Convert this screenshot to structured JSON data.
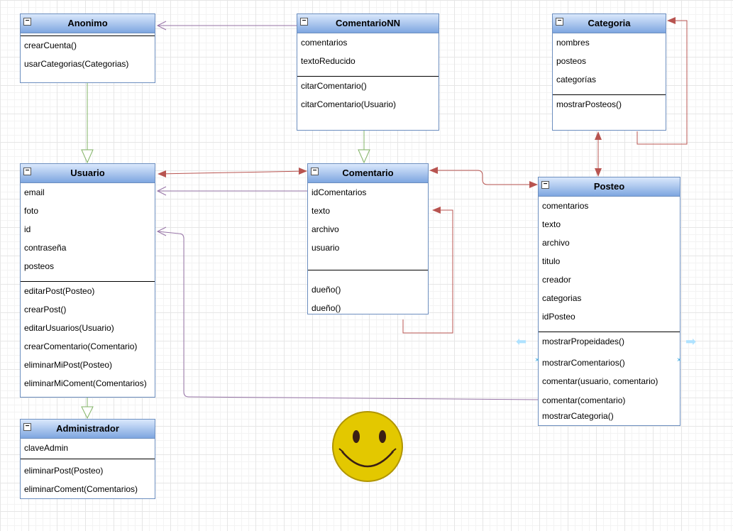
{
  "classes": {
    "anonimo": {
      "name": "Anonimo",
      "attributes": [],
      "methods": [
        "crearCuenta()",
        "usarCategorias(Categorias)"
      ]
    },
    "comentario_nn": {
      "name": "ComentarioNN",
      "attributes": [
        "comentarios",
        "textoReducido"
      ],
      "methods": [
        "citarComentario()",
        "citarComentario(Usuario)"
      ]
    },
    "categoria": {
      "name": "Categoria",
      "attributes": [
        "nombres",
        "posteos",
        "categorías"
      ],
      "methods": [
        "mostrarPosteos()"
      ]
    },
    "usuario": {
      "name": "Usuario",
      "attributes": [
        "email",
        "foto",
        "id",
        "contraseña",
        "posteos"
      ],
      "methods": [
        "editarPost(Posteo)",
        "crearPost()",
        "editarUsuarios(Usuario)",
        "crearComentario(Comentario)",
        "eliminarMiPost(Posteo)",
        "eliminarMiComent(Comentarios)"
      ]
    },
    "comentario": {
      "name": "Comentario",
      "attributes": [
        "idComentarios",
        "texto",
        "archivo",
        "usuario"
      ],
      "methods": [
        "dueño()",
        "dueño()"
      ]
    },
    "posteo": {
      "name": "Posteo",
      "attributes": [
        "comentarios",
        "texto",
        "archivo",
        "titulo",
        "creador",
        "categorias",
        "idPosteo"
      ],
      "methods": [
        "mostrarPropeidades()",
        "mostrarComentarios()",
        "comentar(usuario, comentario)",
        "comentar(comentario)",
        "mostrarCategoria()"
      ]
    },
    "administrador": {
      "name": "Administrador",
      "attributes": [
        "claveAdmin"
      ],
      "methods": [
        "eliminarPost(Posteo)",
        "eliminarComent(Comentarios)"
      ]
    }
  },
  "colors": {
    "header_top": "#dae8fc",
    "header_bottom": "#7ea6e0",
    "class_border": "#6c8ebf",
    "inheritance": "#82b366",
    "association_red": "#b85450",
    "association_purple": "#9673a6",
    "smiley_face": "#e3c800",
    "smiley_outline": "#b09500"
  },
  "icons": {
    "collapse": "collapse-minus-icon",
    "smiley": "smiley-face-icon"
  }
}
